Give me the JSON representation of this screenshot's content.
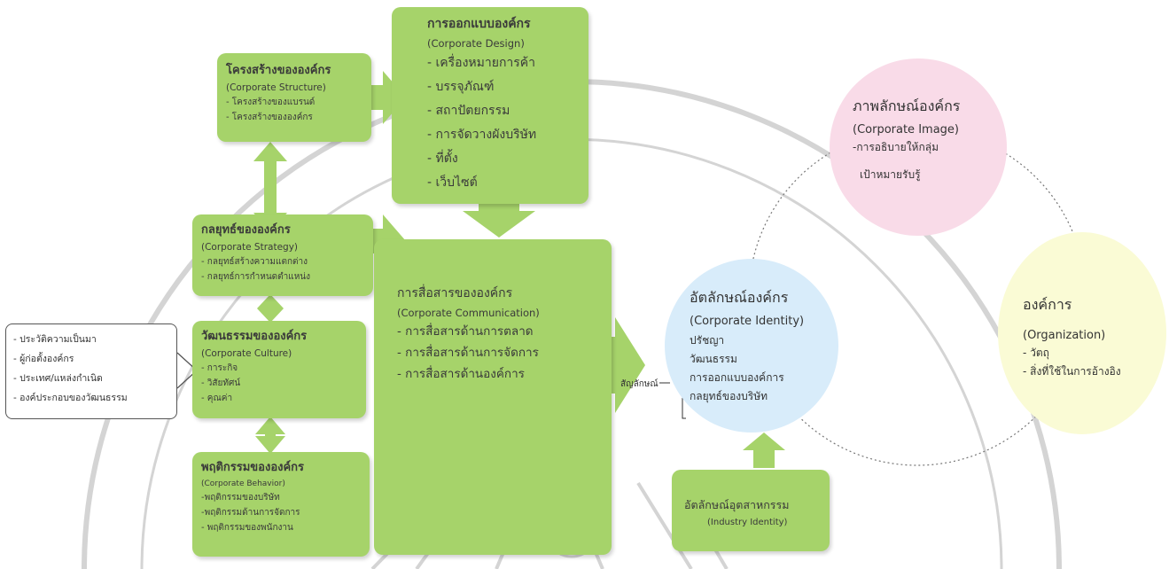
{
  "colors": {
    "box_green": "#a6d36a",
    "arrow_green": "#a6d36a",
    "image_circle": "#f9dbe8",
    "identity_circle": "#d8ecfa",
    "organization_circle": "#fafbd5",
    "watermark": "#cfcfcf"
  },
  "structure": {
    "title": "โครงสร้างขององค์กร",
    "subtitle": "(Corporate Structure)",
    "items": [
      "- โครงสร้างของแบรนด์",
      "- โครงสร้างขององค์กร"
    ]
  },
  "design": {
    "title": "การออกแบบองค์กร",
    "subtitle": "(Corporate Design)",
    "items": [
      "- เครื่องหมายการค้า",
      "- บรรจุภัณฑ์",
      "- สถาปัตยกรรม",
      "- การจัดวางผังบริษัท",
      "- ที่ตั้ง",
      "- เว็บไซต์"
    ]
  },
  "strategy": {
    "title": "กลยุทธ์ขององค์กร",
    "subtitle": "(Corporate Strategy)",
    "items": [
      "- กลยุทธ์สร้างความแตกต่าง",
      "- กลยุทธ์การกำหนดตำแหน่ง"
    ]
  },
  "culture": {
    "title": "วัฒนธรรมขององค์กร",
    "subtitle": "(Corporate Culture)",
    "items": [
      "- การะกิจ",
      "- วิสัยทัศน์",
      "- คุณค่า"
    ]
  },
  "behavior": {
    "title": "พฤติกรรมขององค์กร",
    "subtitle": "(Corporate Behavior)",
    "items": [
      "-พฤติกรรมของบริษัท",
      "-พฤติกรรมด้านการจัดการ",
      "- พฤติกรรมของพนักงาน"
    ]
  },
  "communication": {
    "title": "การสื่อสารขององค์กร",
    "subtitle": "(Corporate Communication)",
    "items": [
      "- การสื่อสารด้านการตลาด",
      "- การสื่อสารด้านการจัดการ",
      "- การสื่อสารด้านองค์การ"
    ]
  },
  "history_note": {
    "items": [
      "- ประวัติความเป็นมา",
      "- ผู้ก่อตั้งองค์กร",
      "- ประเทศ/แหล่งกำเนิด",
      "- องค์ประกอบของวัฒนธรรม"
    ]
  },
  "symbol_label": "สัญลักษณ์",
  "identity": {
    "title": "อัตลักษณ์องค์กร",
    "subtitle": "(Corporate Identity)",
    "items": [
      "ปรัชญา",
      "วัฒนธรรม",
      "การออกแบบองค์การ",
      "กลยุทธ์ของบริษัท"
    ]
  },
  "industry": {
    "title": "อัตลักษณ์อุตสาหกรรม",
    "subtitle": "(Industry Identity)"
  },
  "image": {
    "title": "ภาพลักษณ์องค์กร",
    "subtitle": "(Corporate Image)",
    "items": [
      "-การอธิบายให้กลุ่ม",
      "เป้าหมายรับรู้"
    ]
  },
  "organization": {
    "title": "องค์การ",
    "subtitle": "(Organization)",
    "items": [
      "- วัตถุ",
      "- สิ่งที่ใช้ในการอ้างอิง"
    ]
  }
}
